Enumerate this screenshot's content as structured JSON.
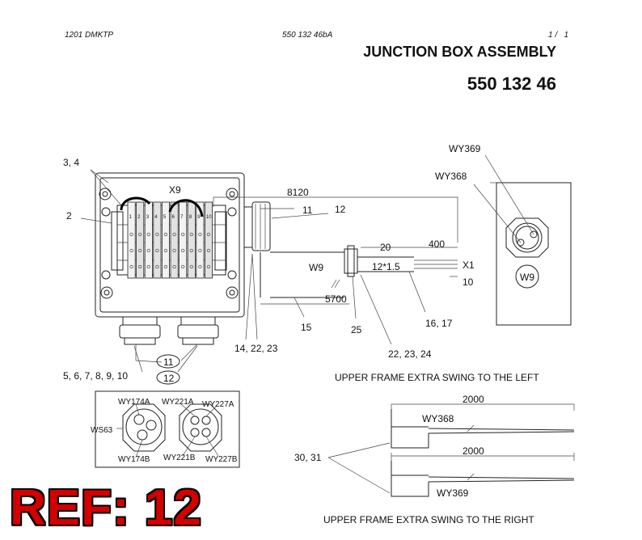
{
  "header": {
    "doc_code": "1201 DMKTP",
    "doc_number": "550 132 46bA",
    "page": "1 /   1"
  },
  "title": "JUNCTION BOX ASSEMBLY",
  "part_number": "550 132 46",
  "labels": {
    "l_34": "3, 4",
    "l_2": "2",
    "l_x9": "X9",
    "l_8120": "8120",
    "l_11a": "11",
    "l_12a": "12",
    "l_20": "20",
    "l_400": "400",
    "l_w9": "W9",
    "l_12x15": "12*1.5",
    "l_x1": "X1",
    "l_10": "10",
    "l_5700": "5700",
    "l_15": "15",
    "l_25": "25",
    "l_1617": "16, 17",
    "l_142223": "14, 22, 23",
    "l_222324": "22, 23, 24",
    "l_11b": "11",
    "l_12b": "12",
    "l_5to10": "5, 6, 7, 8, 9, 10",
    "l_wy369": "WY369",
    "l_wy368": "WY368",
    "l_w9b": "W9",
    "l_wy174a": "WY174A",
    "l_wy221a": "WY221A",
    "l_wy227a": "WY227A",
    "l_ws63": "WS63",
    "l_wy174b": "WY174B",
    "l_wy221b": "WY221B",
    "l_wy227b": "WY227B",
    "upper_left": "UPPER FRAME EXTRA SWING TO THE LEFT",
    "l_2000a": "2000",
    "l_wy368b": "WY368",
    "l_3031": "30, 31",
    "l_2000b": "2000",
    "l_wy369b": "WY369",
    "upper_right": "UPPER FRAME EXTRA SWING TO THE RIGHT"
  },
  "terminal_numbers": [
    "1",
    "2",
    "3",
    "4",
    "5",
    "6",
    "7",
    "8",
    "9",
    "10"
  ],
  "ref_stamp": "REF: 12",
  "colors": {
    "ref_fill": "#d40000",
    "line": "#222222"
  }
}
